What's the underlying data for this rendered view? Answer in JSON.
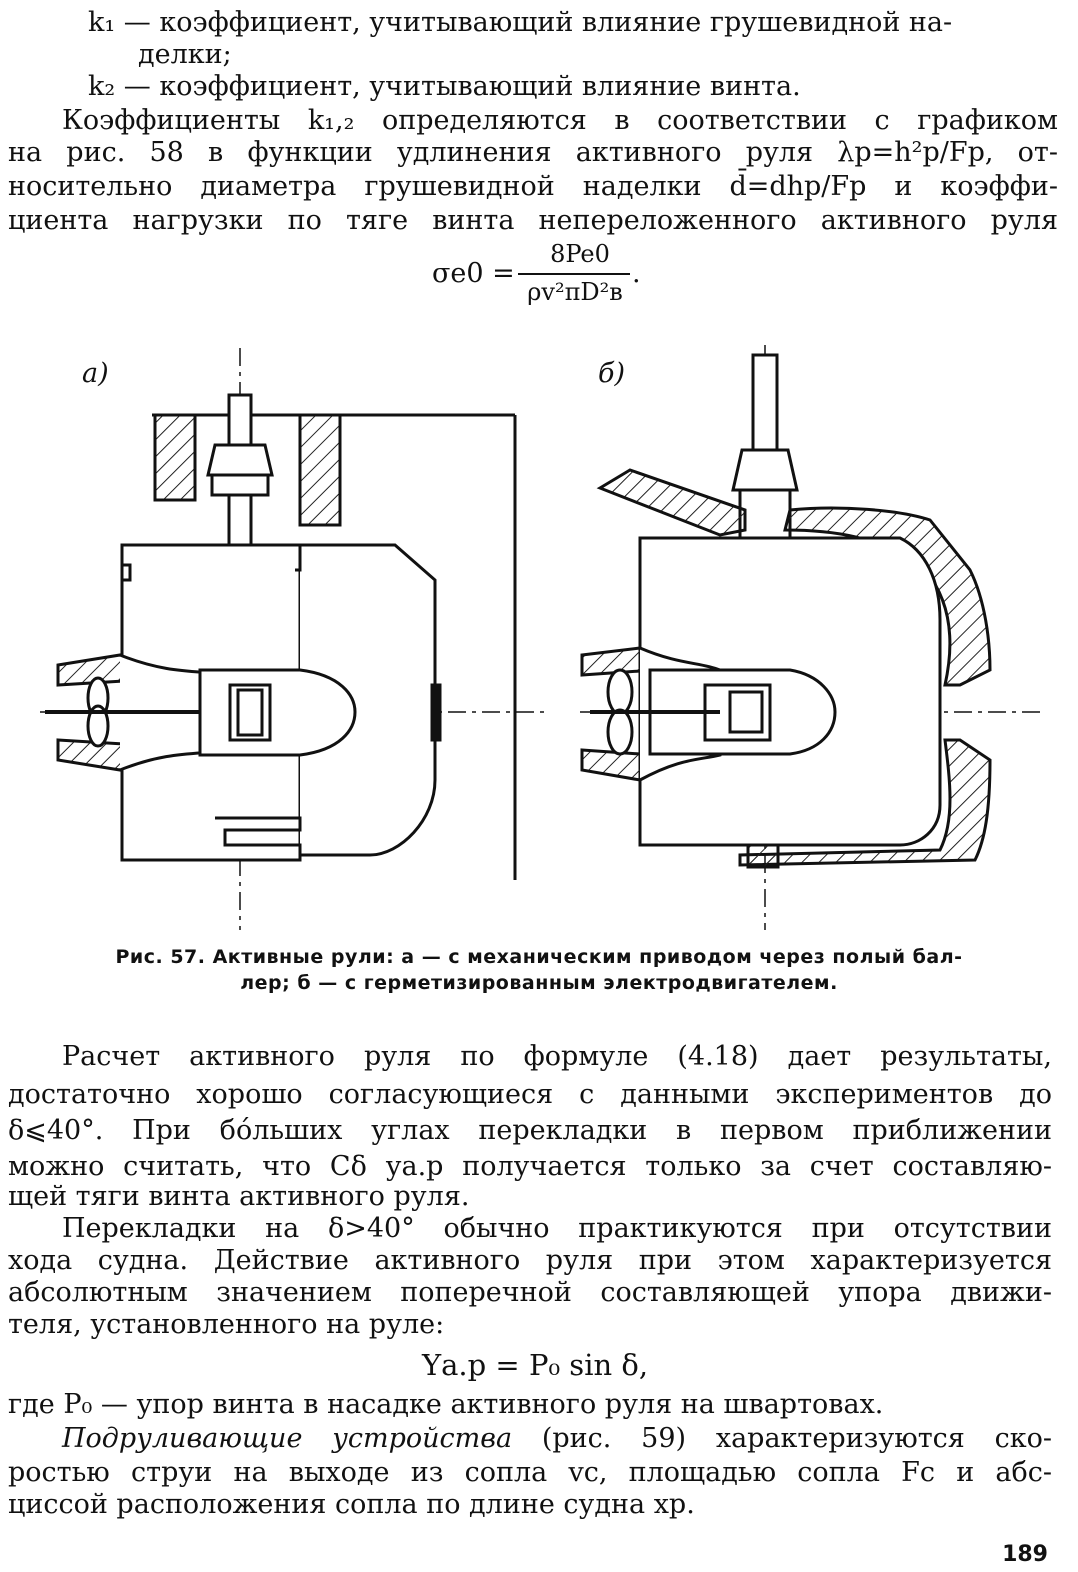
{
  "top": {
    "k1_a": "k₁ — коэффициент, учитывающий влияние грушевидной на-",
    "k1_b": "делки;",
    "k2": "k₂ — коэффициент, учитывающий влияние винта.",
    "p1": "Коэффициенты k₁,₂ определяются в соответствии с графиком",
    "p2": "на рис. 58 в функции удлинения активного руля λр=h²р/Fр, от-",
    "p3": "носительно диаметра грушевидной наделки d̄=dhр/Fр и коэффи-",
    "p4": "циента нагрузки по тяге винта непереложенного активного руля"
  },
  "formula1": {
    "lhs": "σe0 =",
    "num": "8Pe0",
    "den": "ρv²πD²в",
    "tail": "."
  },
  "figure": {
    "label_a": "а)",
    "label_b": "б)",
    "caption_1": "Рис. 57. Активные рули: а — с механическим приводом через полый бал-",
    "caption_2": "лер; б — с герметизированным электродвигателем."
  },
  "body": {
    "l1": "Расчет активного руля по формуле (4.18) дает результаты,",
    "l2": "достаточно хорошо согласующиеся с данными экспериментов до",
    "l3": "δ⩽40°. При бо́льших углах перекладки в первом приближении",
    "l4": "можно считать, что Cδ уа.р получается только за счет составляю-",
    "l5": "щей тяги винта активного руля.",
    "l6": "Перекладки на δ>40° обычно практикуются при отсутствии",
    "l7": "хода судна. Действие активного руля при этом характеризуется",
    "l8": "абсолютным значением поперечной составляющей упора движи-",
    "l9": "теля, установленного на руле:",
    "formula2": "Yа.р = P₀ sin δ,",
    "l10": "где P₀ — упор винта в насадке активного руля на швартовах.",
    "l11_italic": "Подруливающие устройства",
    "l11_rest": " (рис. 59) характеризуются ско-",
    "l12": "ростью струи на выходе из сопла vс, площадью сопла Fс и абс-",
    "l13": "циссой расположения сопла по длине судна xр."
  },
  "page_number": "189"
}
